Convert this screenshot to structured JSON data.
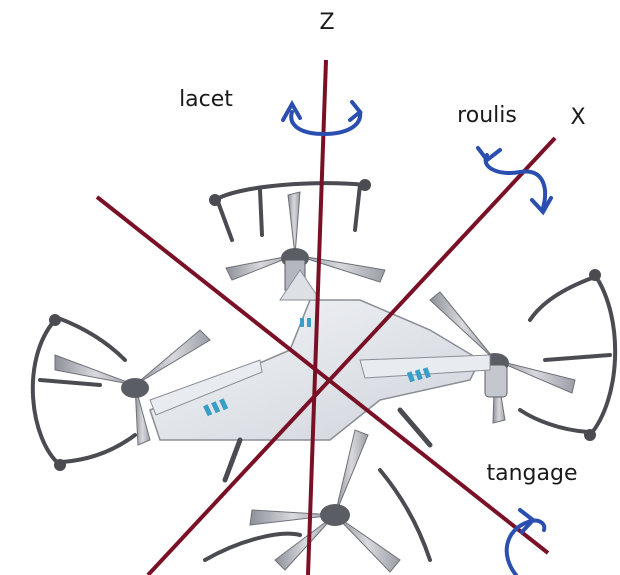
{
  "diagram": {
    "subject": "quadcopter-drone",
    "axes": {
      "z": "Z",
      "x": "X"
    },
    "rotations": {
      "yaw": "lacet",
      "roll": "roulis",
      "pitch": "tangage"
    },
    "colors": {
      "axis_line": "#7a1026",
      "rotation_arrow": "#2b4fb0",
      "drone_body": "#e6e9ee",
      "drone_frame": "#4a4c52",
      "propeller": "#b9bcc3",
      "accent": "#3a9ec6"
    }
  }
}
